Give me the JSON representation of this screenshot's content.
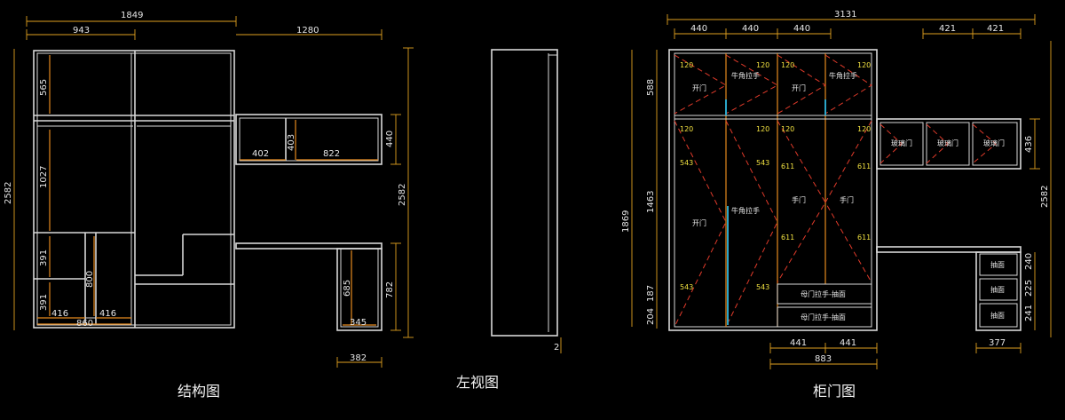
{
  "views": {
    "structure": {
      "caption": "结构图",
      "dims": {
        "total_width": "1849",
        "left_width": "943",
        "right_width": "1280",
        "total_height": "2582",
        "top_section": "565",
        "middle_section": "1027",
        "lower_a": "391",
        "lower_b": "391",
        "inner_800": "800",
        "bottom_left_416": "416",
        "bottom_mid_416": "416",
        "bottom_860": "860",
        "shelf_402": "402",
        "shelf_403": "403",
        "shelf_822": "822",
        "shelf_440": "440",
        "right_height_2582": "2582",
        "desk_685": "685",
        "desk_782": "782",
        "desk_345": "345",
        "desk_382": "382"
      }
    },
    "left_view": {
      "caption": "左视图",
      "marker": "2"
    },
    "door_view": {
      "caption": "柜门图",
      "dims": {
        "total_width": "3131",
        "col1": "440",
        "col2": "440",
        "col3": "440",
        "right1": "421",
        "right2": "421",
        "top_588": "588",
        "mid_1463": "1463",
        "full_1869": "1869",
        "bot_187": "187",
        "bot_204": "204",
        "shelf_436": "436",
        "right_2582": "2582",
        "drawer_240": "240",
        "drawer_225": "225",
        "drawer_241": "241",
        "bottom_441a": "441",
        "bottom_441b": "441",
        "bottom_883": "883",
        "bottom_377": "377"
      },
      "labels": {
        "open_door_1": "开门",
        "niujiao_1": "牛角拉手",
        "open_door_2": "开门",
        "niujiao_2": "牛角拉手",
        "open_door_3": "开门",
        "niujiao_3": "牛角拉手",
        "hand_door_1": "手门",
        "hand_door_2": "手门",
        "glass_1": "玻璃门",
        "glass_2": "玻璃门",
        "glass_3": "玻璃门",
        "drawer_1": "抽面",
        "drawer_2": "抽面",
        "drawer_3": "抽面",
        "mother_drawer_1": "母门拉手-抽面",
        "mother_drawer_2": "母门拉手-抽面"
      }
    }
  }
}
